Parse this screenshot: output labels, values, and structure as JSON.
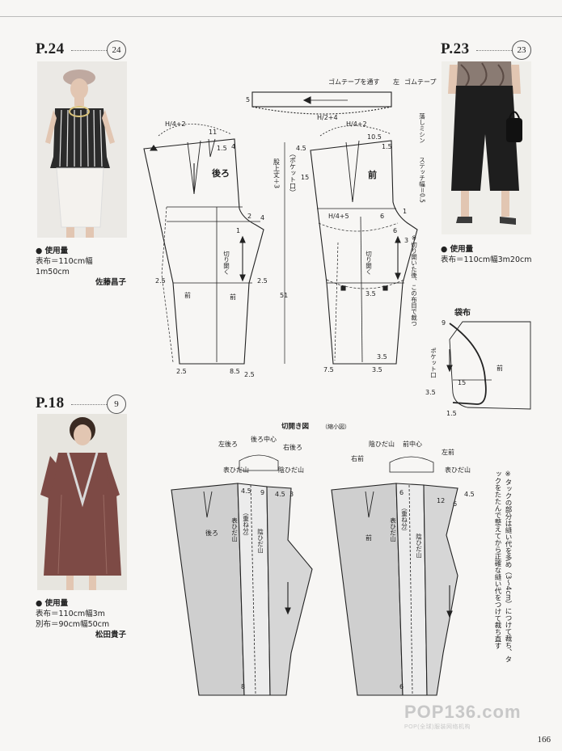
{
  "items": [
    {
      "page_label": "P.24",
      "number": "24",
      "usage_title": "使用量",
      "lines": [
        "表布＝110cm幅1m50cm"
      ],
      "designer": "佐藤昌子"
    },
    {
      "page_label": "P.23",
      "number": "23",
      "usage_title": "使用量",
      "lines": [
        "表布＝110cm幅3m20cm"
      ],
      "designer": ""
    },
    {
      "page_label": "P.18",
      "number": "9",
      "usage_title": "使用量",
      "lines": [
        "表布＝110cm幅3m",
        "別布＝90cm幅50cm"
      ],
      "designer": "松田貴子"
    }
  ],
  "pattern": {
    "waistband": {
      "label_elastic_thread": "ゴムテープを通す",
      "label_left": "左",
      "label_elastic": "ゴムテープ",
      "height": "5",
      "formula": "H/2+4"
    },
    "back": {
      "name": "後ろ",
      "dart": "H/4+2",
      "m11": "11",
      "m15": "1.5",
      "m4": "4",
      "m2": "2",
      "m4b": "4",
      "m1": "1",
      "cut": "切り開く",
      "m25a": "2.5",
      "m25b": "2.5",
      "front_ref": "前",
      "front_ref2": "前",
      "m25c": "2.5",
      "m85": "8.5",
      "m25d": "2.5"
    },
    "front": {
      "name": "前",
      "dart": "H/4+2",
      "m45": "4.5",
      "m15": "15",
      "m105": "10.5",
      "m15b": "1.5",
      "m6": "6",
      "m1": "1",
      "hip": "H/4+5",
      "m6b": "6",
      "m3": "3",
      "cut": "切り開く",
      "m35": "3.5",
      "m35b": "3.5",
      "m75": "7.5",
      "m35c": "3.5"
    },
    "side_text": {
      "pocket": "（ポケット口）",
      "rise": "股上丈＋3",
      "len51": "51",
      "note_cut": "※切り開いた後、この布目で裁つ",
      "stitch": "落しミシン",
      "stitch_width": "ステッチ幅＝0.5"
    },
    "pocket_bag": {
      "title": "袋布",
      "m9": "9",
      "label": "ポケット口",
      "m15": "15",
      "front": "前",
      "m35": "3.5",
      "m15b": "1.5"
    },
    "spread": {
      "title": "切開き図",
      "sub": "（縮小図）",
      "back": {
        "left_back": "左後ろ",
        "back_center": "後ろ中心",
        "right_back": "右後ろ",
        "front_fold": "表ひだ山",
        "hidden_fold": "陰ひだ山",
        "m45": "4.5",
        "m9": "9",
        "m45b": "4.5",
        "m3": "3",
        "overlap": "（重ね分）",
        "front_fold2": "表ひだ山",
        "hidden_fold2": "陰ひだ山",
        "name": "後ろ",
        "m8": "8"
      },
      "front": {
        "hidden_fold": "陰ひだ山",
        "front_center": "前中心",
        "left_front": "左前",
        "right_front": "右前",
        "front_fold": "表ひだ山",
        "m6": "6",
        "m12": "12",
        "m6b": "6",
        "m45": "4.5",
        "overlap": "（重ね分）",
        "front_fold2": "表ひだ山",
        "hidden_fold2": "陰ひだ山",
        "name": "前",
        "m6c": "6"
      }
    },
    "tuck_note": "※タックの部分は縫い代を多め（3〜4cm）につけて裁ち、タックをたたんで整えてから正確な縫い代をつけて裁ち直す"
  },
  "page_number": "166",
  "watermark": {
    "brand": "POP136.com",
    "sub": "POP(全球)服装网络机构"
  }
}
